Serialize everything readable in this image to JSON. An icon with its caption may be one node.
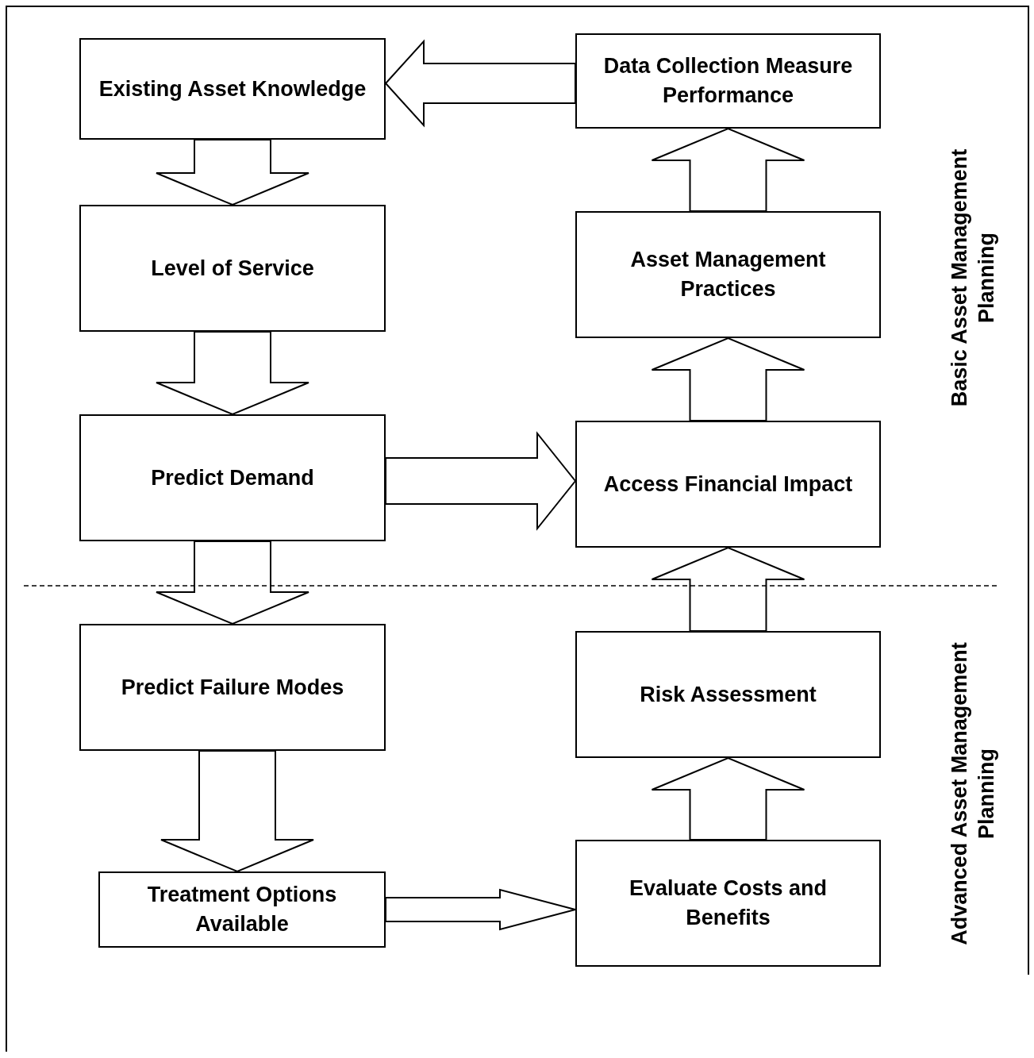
{
  "diagram": {
    "nodes": [
      {
        "text": [
          "Existing Asset Knowledge"
        ]
      },
      {
        "text": [
          "Level of Service"
        ]
      },
      {
        "text": [
          "Predict Demand"
        ]
      },
      {
        "text": [
          "Predict Failure Modes"
        ]
      },
      {
        "text": [
          "Treatment Options Available"
        ]
      },
      {
        "text": [
          "Data Collection Measure Performance"
        ]
      },
      {
        "text": [
          "Asset Management Practices"
        ]
      },
      {
        "text": [
          "Access Financial Impact"
        ]
      },
      {
        "text": [
          "Risk Assessment"
        ]
      },
      {
        "text": [
          "Evaluate Costs and Benefits"
        ]
      }
    ],
    "edges": [
      {
        "from": 5,
        "to": 0,
        "arrow": "to"
      },
      {
        "from": 0,
        "to": 1,
        "arrow": "to"
      },
      {
        "from": 1,
        "to": 2,
        "arrow": "to"
      },
      {
        "from": 2,
        "to": 3,
        "arrow": "to"
      },
      {
        "from": 2,
        "to": 7,
        "arrow": "to"
      },
      {
        "from": 3,
        "to": 4,
        "arrow": "to"
      },
      {
        "from": 4,
        "to": 9,
        "arrow": "to"
      },
      {
        "from": 9,
        "to": 8,
        "arrow": "to"
      },
      {
        "from": 8,
        "to": 7,
        "arrow": "to"
      },
      {
        "from": 7,
        "to": 6,
        "arrow": "to"
      },
      {
        "from": 6,
        "to": 5,
        "arrow": "to"
      }
    ],
    "labels": [
      "Basic Asset Management Planning",
      "Advanced Asset Management Planning"
    ]
  }
}
